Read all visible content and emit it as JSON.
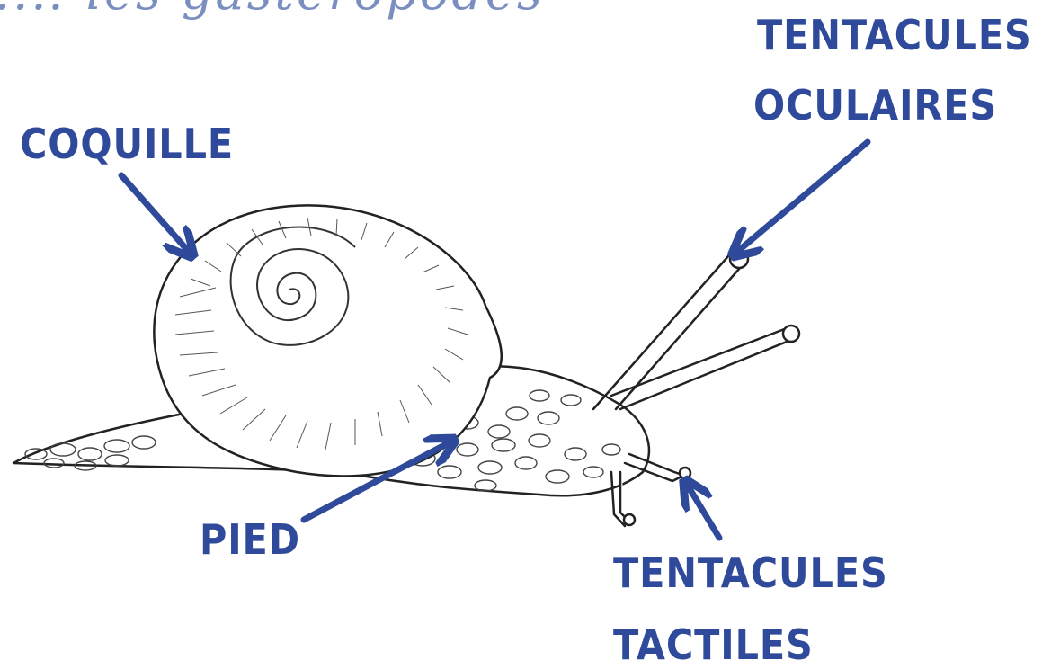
{
  "title": "...: les gastéropodes",
  "labels": {
    "coquille": "COQUILLE",
    "tentacules_oculaires_line1": "TENTACULES",
    "tentacules_oculaires_line2": "OCULAIRES",
    "pied": "PIED",
    "tentacules_tactiles_line1": "TENTACULES",
    "tentacules_tactiles_line2": "TACTILES"
  },
  "colors": {
    "label": "#2f4a9a",
    "title": "#7a8fc0",
    "ink": "#222222"
  }
}
